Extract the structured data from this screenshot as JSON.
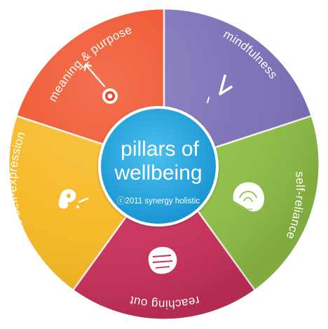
{
  "title_line1": "pillars of",
  "title_line2": "wellbeing",
  "copyright": "ⓒ2011 synergy holistic",
  "segments": [
    {
      "label": "mindfulness",
      "color": "#7b6fb6",
      "icon": "stopwatch-hands-icon"
    },
    {
      "label": "self-reliance",
      "color": "#8fbe46",
      "icon": "nautilus-shell-icon"
    },
    {
      "label": "reaching out",
      "color": "#c8305a",
      "icon": "handshake-icon"
    },
    {
      "label": "authentic self-expression",
      "color": "#f6b821",
      "icon": "speech-swirl-icon"
    },
    {
      "label": "meaning & purpose",
      "color": "#ef4d25",
      "icon": "arrow-target-icon"
    }
  ],
  "colors": {
    "center": "#2aa7df",
    "ring_outline": "#ffffff"
  }
}
